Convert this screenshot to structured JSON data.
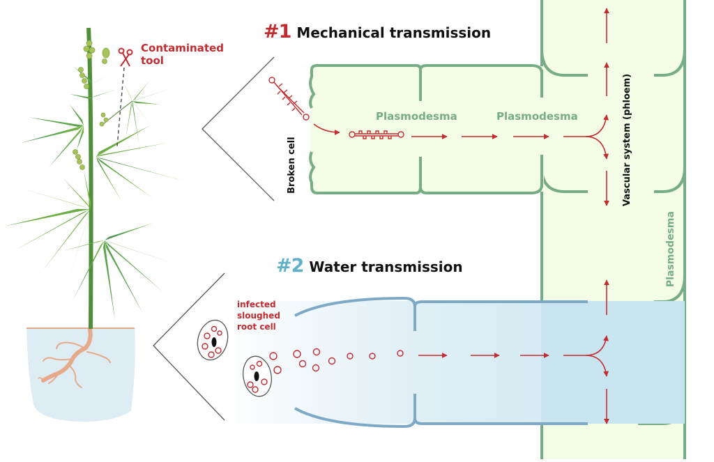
{
  "colors": {
    "accent_red": "#c22b2f",
    "accent_blue": "#5fb0c8",
    "cell_green_stroke": "#77ad85",
    "cell_green_fill": "#f4fde6",
    "water_blue_stroke": "#7ea9c6",
    "water_blue_fill": "#cbe6f0",
    "leaf_green": "#6db04a",
    "root_color": "#e6a98a",
    "pot_water": "#ddedf3"
  },
  "plant": {
    "tool_label_line1": "Contaminated",
    "tool_label_line2": "tool",
    "tool_icon": "scissors-icon"
  },
  "section1": {
    "number": "#1",
    "title": "Mechanical transmission",
    "broken_cell_label": "Broken cell",
    "plasmodesma_labels": [
      "Plasmodesma",
      "Plasmodesma"
    ],
    "vascular_label": "Vascular system (phloem)"
  },
  "section2": {
    "number": "#2",
    "title": "Water transmission",
    "infected_label_lines": [
      "infected",
      "sloughed",
      "root cell"
    ]
  },
  "right_column": {
    "plasmodesma_label": "Plasmodesma"
  }
}
